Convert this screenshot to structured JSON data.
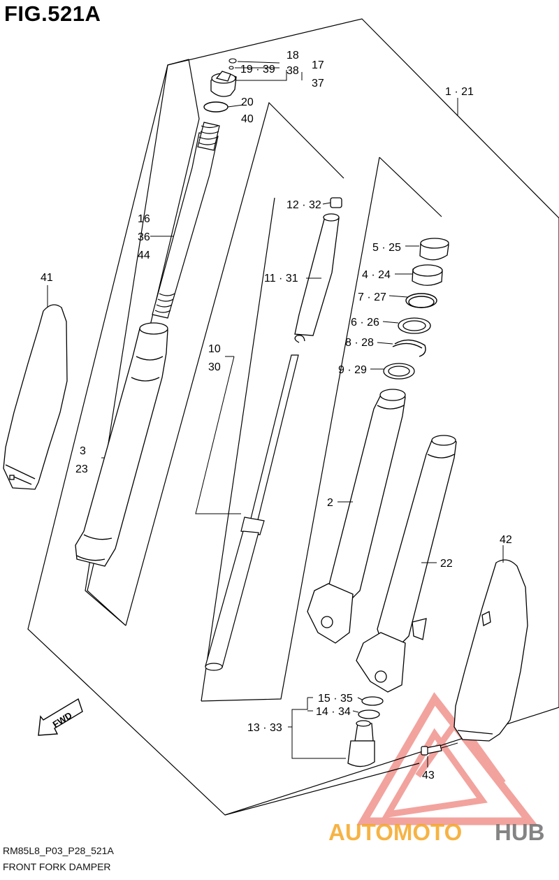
{
  "figure": {
    "title": "FIG.521A",
    "code": "RM85L8_P03_P28_521A",
    "name": "FRONT FORK DAMPER"
  },
  "fwd_label": "FWD",
  "callouts": {
    "c1": "1 · 21",
    "c2": "2",
    "c22": "22",
    "c3": "3",
    "c23": "23",
    "c41": "41",
    "c42": "42",
    "c43": "43",
    "c16": "16",
    "c36": "36",
    "c44": "44",
    "c18": "18",
    "c1939": "19 · 39",
    "c38": "38",
    "c17": "17",
    "c37": "37",
    "c20": "20",
    "c40": "40",
    "c1232": "12 · 32",
    "c1131": "11 · 31",
    "c10": "10",
    "c30": "30",
    "c525": "5 · 25",
    "c424": "4 · 24",
    "c727": "7 · 27",
    "c626": "6 · 26",
    "c828": "8 · 28",
    "c929": "9 · 29",
    "c1535": "15 · 35",
    "c1434": "14 · 34",
    "c1333": "13 · 33"
  },
  "watermark": {
    "part1": "AUTOMOTO",
    "part2": "HUB",
    "color_orange": "#f5a623",
    "color_gray": "#6e6e6e",
    "color_red": "#e8584f"
  }
}
